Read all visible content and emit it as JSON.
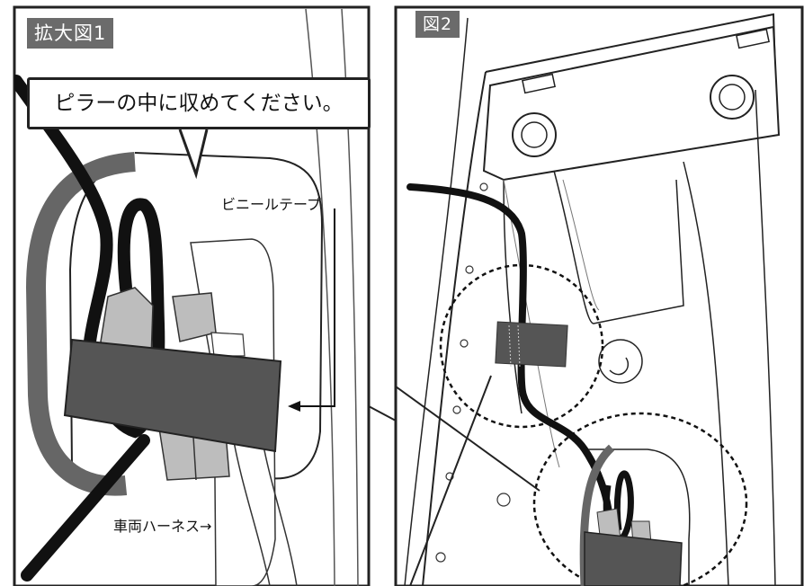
{
  "figure1": {
    "label": "拡大図1",
    "callout": "ピラーの中に収めてください。",
    "vinyl_tape_label": "ビニールテープ",
    "harness_label": "車両ハーネス→"
  },
  "figure2": {
    "label": "図2"
  },
  "colors": {
    "cable": "#111111",
    "tape": "#555555",
    "grey_cable": "#666666",
    "connector": "#bdbdbd",
    "label_bg": "#6b6b6b"
  }
}
